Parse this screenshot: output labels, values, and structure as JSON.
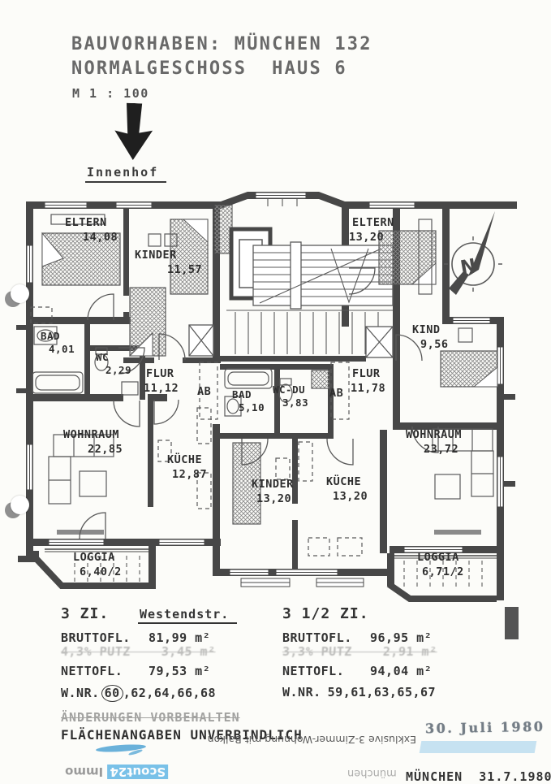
{
  "header": {
    "title_line1": "BAUVORHABEN: MÜNCHEN 132",
    "title_line2": "NORMALGESCHOSS  HAUS 6",
    "scale": "M 1 : 100",
    "courtyard": "Innenhof"
  },
  "plan": {
    "compass_letter": "N",
    "rooms": {
      "eltern_left": {
        "name": "ELTERN",
        "area": "14,08"
      },
      "kinder_left": {
        "name": "KINDER",
        "area": "11,57"
      },
      "bad_left": {
        "name": "BAD",
        "area": "4,01"
      },
      "wc_left": {
        "name": "WC",
        "area": "2,29"
      },
      "flur_left": {
        "name": "FLUR",
        "area": "11,12"
      },
      "ab_left": {
        "name": "AB"
      },
      "wohnraum_left": {
        "name": "WOHNRAUM",
        "area": "22,85"
      },
      "kueche_left": {
        "name": "KÜCHE",
        "area": "12,87"
      },
      "loggia_left": {
        "name": "LOGGIA",
        "area": "6,40/2"
      },
      "bad_mid": {
        "name": "BAD",
        "area": "5,10"
      },
      "wc_du_mid": {
        "name": "WC-DU",
        "area": "3,83"
      },
      "ab_right": {
        "name": "AB"
      },
      "kinder_mid": {
        "name": "KINDER",
        "area": "13,20"
      },
      "kueche_mid": {
        "name": "KÜCHE",
        "area": "13,20"
      },
      "eltern_right": {
        "name": "ELTERN",
        "area": "13,20"
      },
      "kind_right": {
        "name": "KIND",
        "area": "9,56"
      },
      "flur_right": {
        "name": "FLUR",
        "area": "11,78"
      },
      "wohnraum_right": {
        "name": "WOHNRAUM",
        "area": "23,72"
      },
      "loggia_right": {
        "name": "LOGGIA",
        "area": "6,71/2"
      }
    }
  },
  "apartment_left": {
    "rooms": "3 ZI.",
    "street": "Westendstr.",
    "brutto_label": "BRUTTOFL.",
    "brutto_value": "81,99 m²",
    "struck_line": "4,3% PUTZ    3,45 m²",
    "netto_label": "NETTOFL.",
    "netto_value": "79,53 m²",
    "wnr_label": "W.NR.",
    "wnr_first": "60",
    "wnr_rest": ",62,64,66,68"
  },
  "apartment_right": {
    "rooms": "3 1/2 ZI.",
    "brutto_label": "BRUTTOFL.",
    "brutto_value": "96,95 m²",
    "struck_line": "3,3% PUTZ    2,91 m²",
    "netto_label": "NETTOFL.",
    "netto_value": "94,04 m²",
    "wnr_label": "W.NR.",
    "wnr_value": "59,61,63,65,67"
  },
  "footer": {
    "note1": "ÄNDERUNGEN VORBEHALTEN",
    "note2": "FLÄCHENANGABEN UNVERBINDLICH",
    "flipped_tagline": "Exklusive 3-Zimmer-Wohnung mit Balkon",
    "date_stamp": "30. Juli 1980",
    "city_date": "MÜNCHEN  31.7.1980",
    "city_flipped": "münchen",
    "watermark_part1": "Immo",
    "watermark_part2": "Scout24"
  }
}
